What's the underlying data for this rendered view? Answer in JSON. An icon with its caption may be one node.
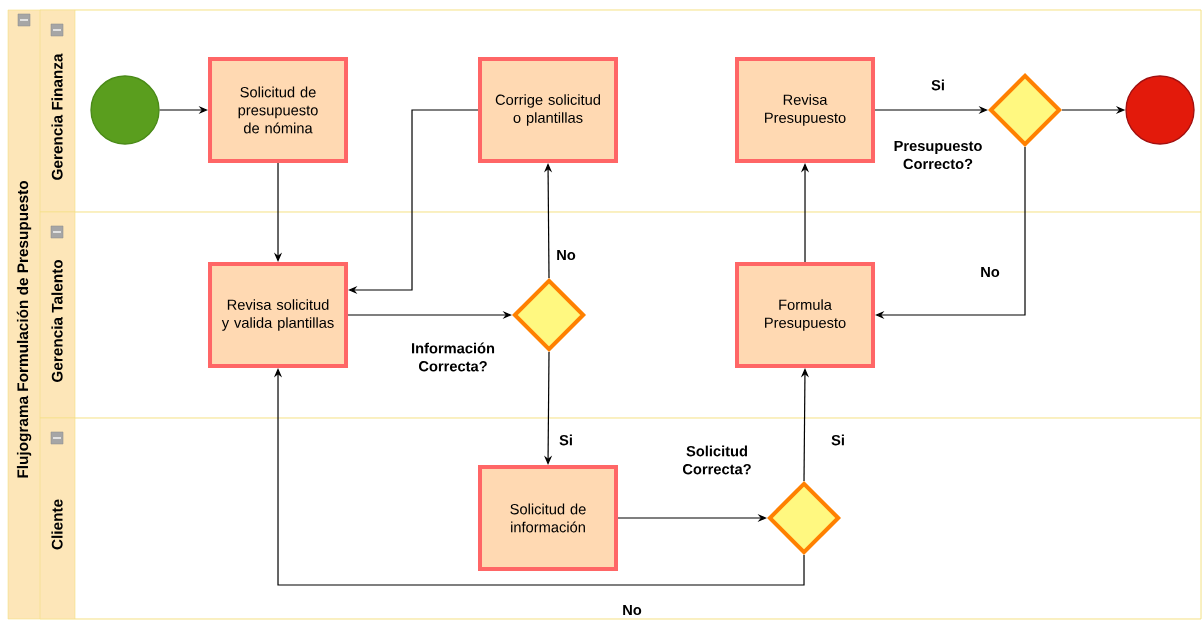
{
  "diagram": {
    "nodes": [
      {
        "text": [
          "Flujograma Formulación de Presupuesto"
        ]
      },
      {
        "text": [
          "Gerencia Finanza"
        ],
        "in": 0
      },
      {
        "text": [
          "Gerencia Talento"
        ],
        "in": 0
      },
      {
        "text": [
          "Cliente"
        ],
        "in": 0
      },
      {
        "text": [],
        "shape": "circle",
        "in": 1
      },
      {
        "text": [
          "Solicitud de presupuesto de nómina"
        ],
        "in": 1
      },
      {
        "text": [
          "Corrige solicitud o plantillas"
        ],
        "in": 1
      },
      {
        "text": [
          "Revisa Presupuesto"
        ],
        "in": 1
      },
      {
        "text": [],
        "shape": "diamond",
        "beside": [
          "Presupuesto Correcto?"
        ],
        "in": 1
      },
      {
        "text": [],
        "shape": "circle",
        "in": 1
      },
      {
        "text": [
          "Revisa solicitud y valida plantillas"
        ],
        "in": 2
      },
      {
        "text": [],
        "shape": "diamond",
        "beside": [
          "Información Correcta?"
        ],
        "in": 2
      },
      {
        "text": [
          "Formula Presupuesto"
        ],
        "in": 2
      },
      {
        "text": [
          "Solicitud de información"
        ],
        "in": 3
      },
      {
        "text": [],
        "shape": "diamond",
        "beside": [
          "Solicitud Correcta?"
        ],
        "in": 3
      }
    ],
    "edges": [
      {
        "from": 4,
        "to": 5,
        "arrow": "to"
      },
      {
        "from": 5,
        "to": 10,
        "arrow": "to"
      },
      {
        "from": 10,
        "to": 11,
        "arrow": "to"
      },
      {
        "from": 11,
        "to": 6,
        "arrow": "to",
        "label": "No"
      },
      {
        "from": 6,
        "to": 10,
        "arrow": "to"
      },
      {
        "from": 11,
        "to": 13,
        "arrow": "to",
        "label": "Si"
      },
      {
        "from": 13,
        "to": 14,
        "arrow": "to"
      },
      {
        "from": 14,
        "to": 12,
        "arrow": "to",
        "label": "Si"
      },
      {
        "from": 14,
        "to": 10,
        "arrow": "to",
        "label": "No"
      },
      {
        "from": 12,
        "to": 7,
        "arrow": "to"
      },
      {
        "from": 7,
        "to": 8,
        "arrow": "to",
        "label": "Si"
      },
      {
        "from": 8,
        "to": 9,
        "arrow": "to"
      },
      {
        "from": 8,
        "to": 12,
        "arrow": "to",
        "label": "No"
      }
    ]
  }
}
